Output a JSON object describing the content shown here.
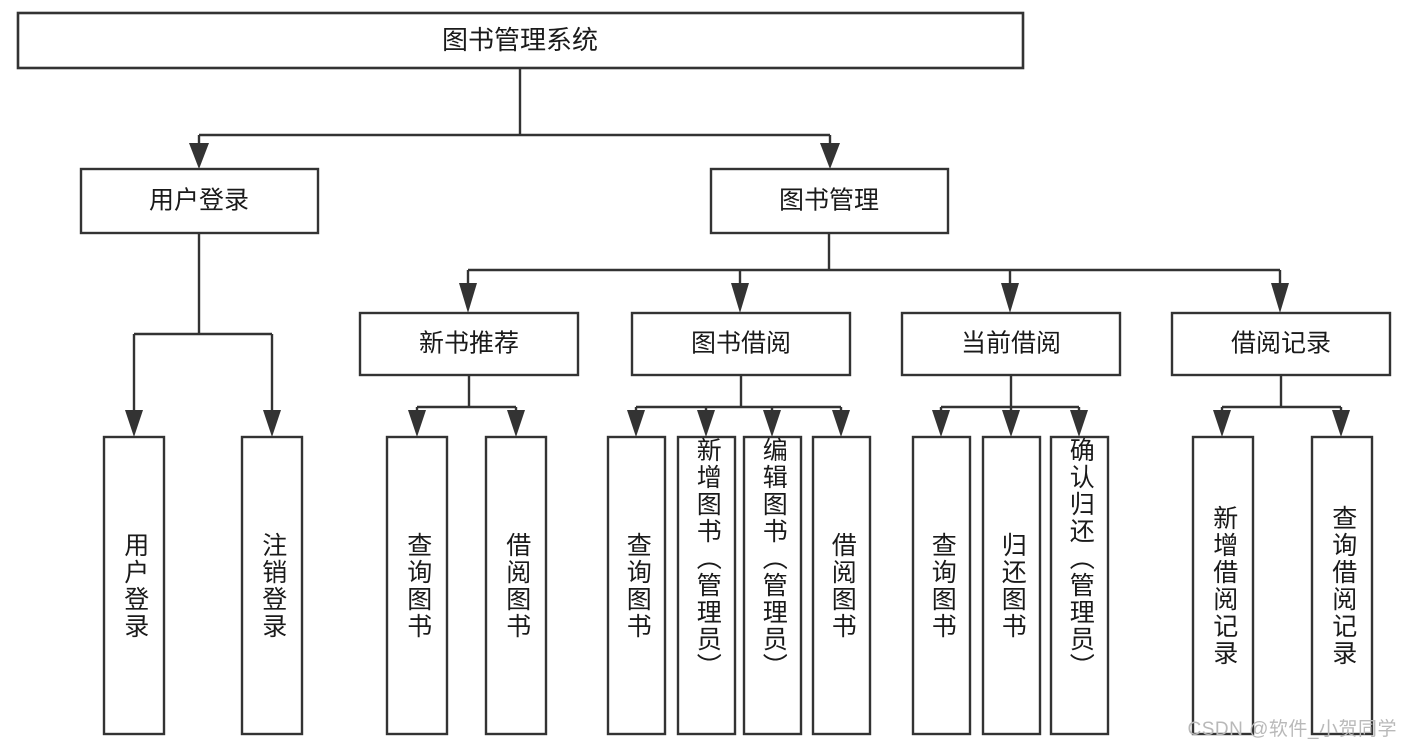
{
  "diagram": {
    "type": "tree-hierarchy",
    "title": "图书管理系统",
    "background_color": "#ffffff",
    "line_color": "#333333",
    "box_fill": "#ffffff",
    "text_color": "#1a1a1a",
    "root": {
      "label": "图书管理系统"
    },
    "level2": [
      {
        "label": "用户登录"
      },
      {
        "label": "图书管理"
      }
    ],
    "level3": [
      {
        "label": "新书推荐",
        "parent": "图书管理"
      },
      {
        "label": "图书借阅",
        "parent": "图书管理"
      },
      {
        "label": "当前借阅",
        "parent": "图书管理"
      },
      {
        "label": "借阅记录",
        "parent": "图书管理"
      }
    ],
    "leaves": {
      "用户登录": [
        {
          "label": "用户登录"
        },
        {
          "label": "注销登录"
        }
      ],
      "新书推荐": [
        {
          "label": "查询图书"
        },
        {
          "label": "借阅图书"
        }
      ],
      "图书借阅": [
        {
          "label": "查询图书"
        },
        {
          "label": "新增图书（管理员）"
        },
        {
          "label": "编辑图书（管理员）"
        },
        {
          "label": "借阅图书"
        }
      ],
      "当前借阅": [
        {
          "label": "查询图书"
        },
        {
          "label": "归还图书"
        },
        {
          "label": "确认归还（管理员）"
        }
      ],
      "借阅记录": [
        {
          "label": "新增借阅记录"
        },
        {
          "label": "查询借阅记录"
        }
      ]
    }
  },
  "watermark": {
    "text": "CSDN @软件_小贺同学"
  }
}
